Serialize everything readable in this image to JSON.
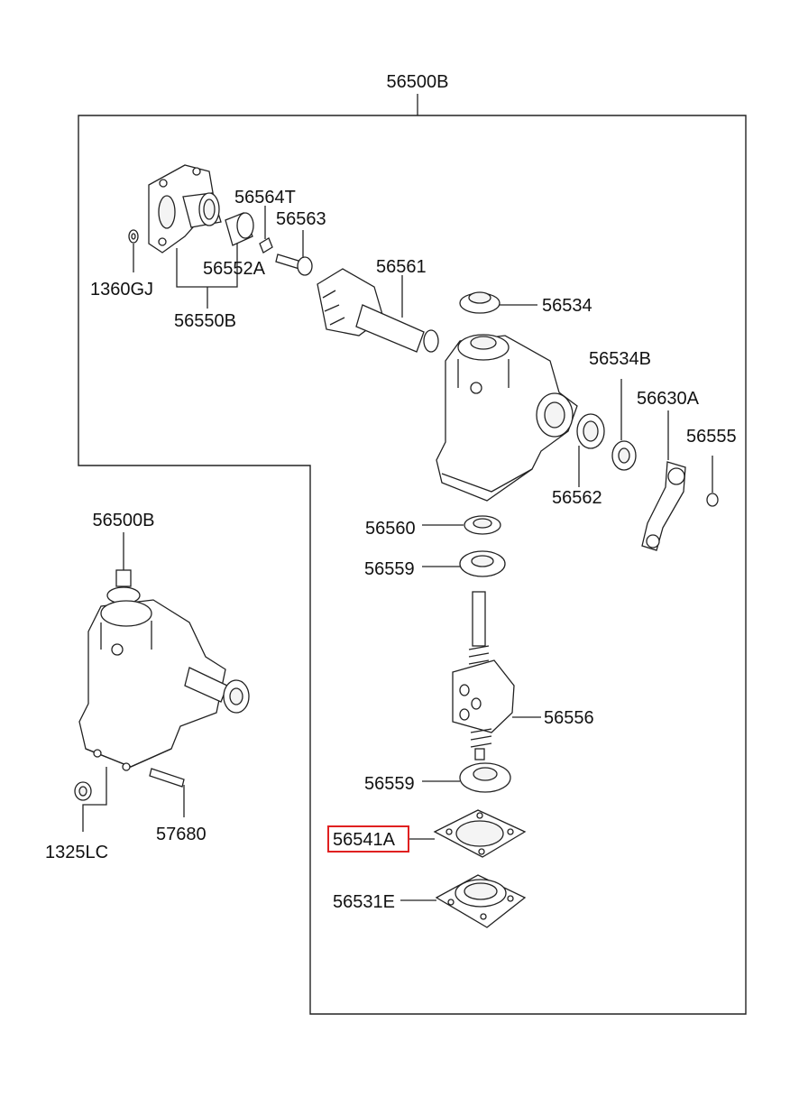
{
  "labels": {
    "top_assembly": "56500B",
    "side_assembly": "56500B",
    "p1360gj": "1360GJ",
    "p56550b": "56550B",
    "p56564t": "56564T",
    "p56563": "56563",
    "p56552a": "56552A",
    "p56561": "56561",
    "p56534": "56534",
    "p56534b": "56534B",
    "p56630a": "56630A",
    "p56555": "56555",
    "p56562": "56562",
    "p56560": "56560",
    "p56559_upper": "56559",
    "p56556": "56556",
    "p56559_lower": "56559",
    "p56541a": "56541A",
    "p56531e": "56531E",
    "p1325lc": "1325LC",
    "p57680": "57680"
  },
  "highlight": {
    "part": "56541A",
    "color": "#e02020"
  }
}
